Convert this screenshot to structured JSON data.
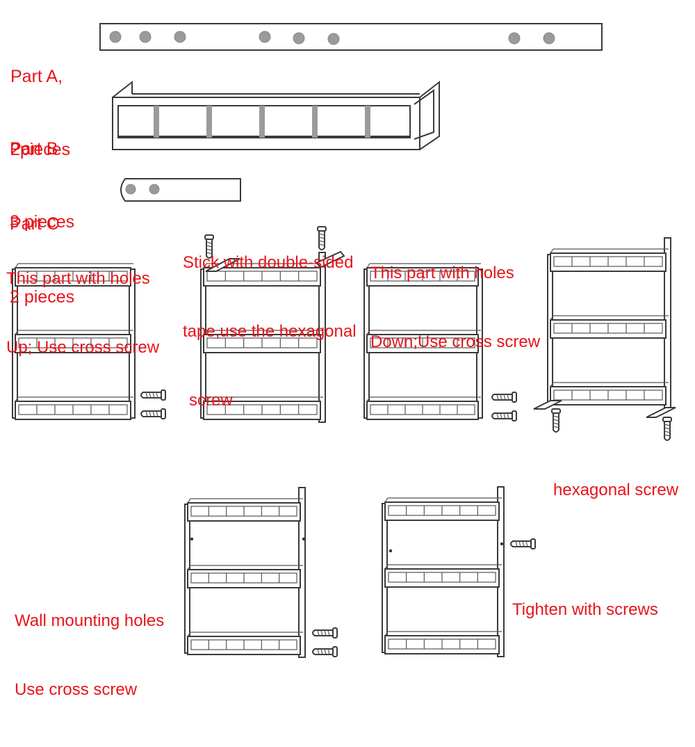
{
  "parts": {
    "part_a": {
      "line1": "Part A,",
      "line2": "2pieces"
    },
    "part_b": {
      "line1": "Part B",
      "line2": "3 pieces"
    },
    "part_c": {
      "line1": "Part C",
      "line2": "2 pieces"
    }
  },
  "steps": {
    "step1": {
      "line1": "This part with holes",
      "line2": "Up; Use cross screw"
    },
    "step2": {
      "line1": "Stick with double-sided",
      "line2": "tape,use the hexagonal",
      "line3": "screw"
    },
    "step3": {
      "line1": "This part with holes",
      "line2": "Down;Use cross screw"
    },
    "step4": {
      "line1": "hexagonal screw"
    },
    "step5": {
      "line1": "Wall mounting holes",
      "line2": "Use cross screw"
    },
    "step6": {
      "line1": "Tighten with screws"
    }
  },
  "colors": {
    "label": "#e8141b",
    "line": "#3a3a3a",
    "hole": "#9a9a9a"
  }
}
